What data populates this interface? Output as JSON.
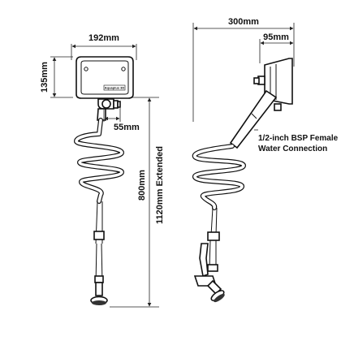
{
  "colors": {
    "ink": "#111111",
    "background": "#ffffff"
  },
  "front_view": {
    "width_label": "192mm",
    "height_label": "135mm",
    "offset_label": "55mm",
    "length_label": "800mm",
    "extended_label": "1120mm Extended",
    "brand_label": "Aquaplus 3D"
  },
  "side_view": {
    "depth_label": "300mm",
    "housing_label": "95mm",
    "connection_line1": "1/2-inch BSP Female",
    "connection_line2": "Water Connection"
  }
}
